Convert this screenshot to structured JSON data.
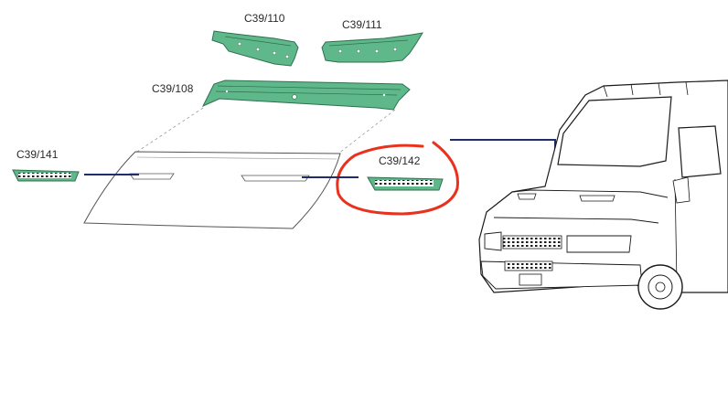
{
  "parts": [
    {
      "code": "C39/110"
    },
    {
      "code": "C39/111"
    },
    {
      "code": "C39/108"
    },
    {
      "code": "C39/141"
    },
    {
      "code": "C39/142"
    }
  ],
  "highlighted_part": "C39/142",
  "colors": {
    "part_fill": "#5fb88a",
    "part_stroke": "#2f6f4f",
    "leader_line": "#1f2d6b",
    "highlight_circle": "#e8321e",
    "outline": "#1a1a1a"
  },
  "icons": [
    "van-front-icon",
    "bonnet-icon"
  ]
}
